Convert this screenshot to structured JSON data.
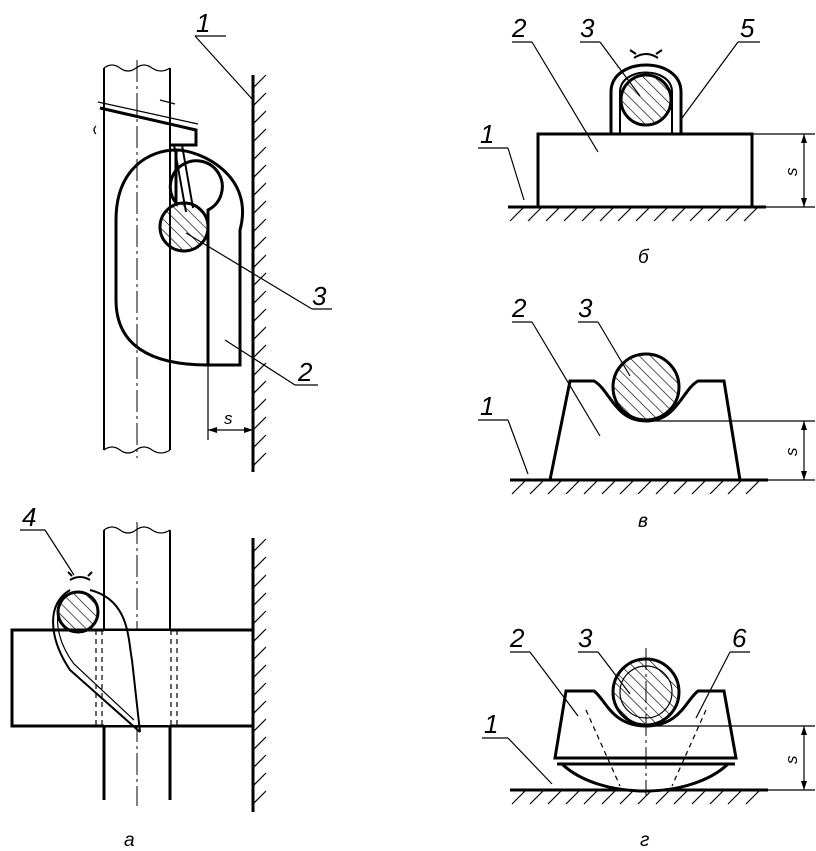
{
  "labels": {
    "one": "1",
    "two": "2",
    "three": "3",
    "four": "4",
    "five": "5",
    "six": "6"
  },
  "dimension": "s",
  "captions": {
    "a": "а",
    "b": "б",
    "v": "в",
    "g": "г"
  }
}
